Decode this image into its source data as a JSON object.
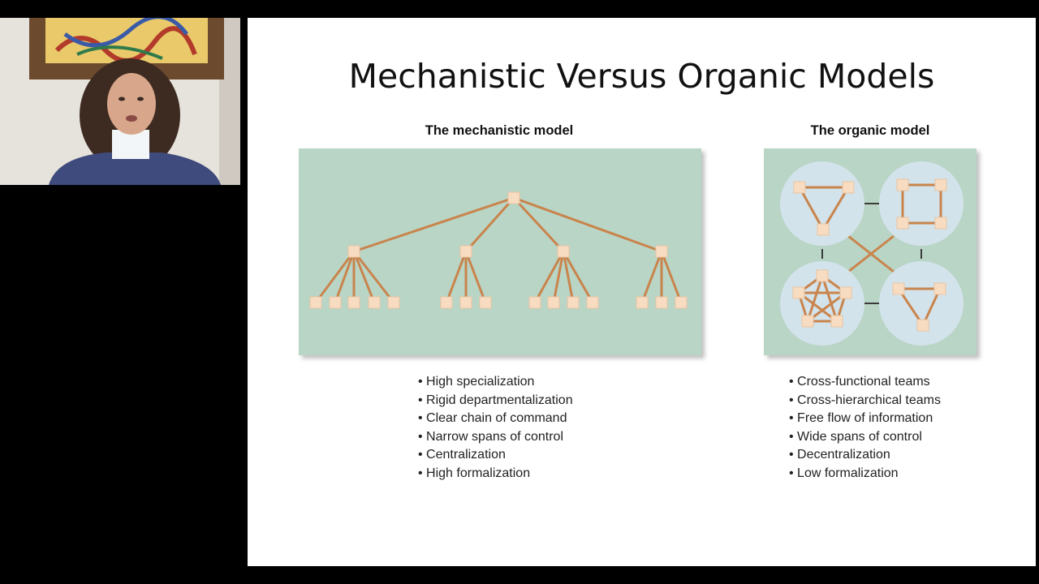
{
  "slide": {
    "title": "Mechanistic Versus Organic Models",
    "mechanistic": {
      "heading": "The mechanistic model",
      "bullets": [
        "High specialization",
        "Rigid departmentalization",
        "Clear chain of command",
        "Narrow spans of control",
        "Centralization",
        "High formalization"
      ]
    },
    "organic": {
      "heading": "The organic model",
      "bullets": [
        "Cross-functional teams",
        "Cross-hierarchical teams",
        "Free flow of information",
        "Wide spans of control",
        "Decentralization",
        "Low formalization"
      ]
    }
  },
  "colors": {
    "panel": "#b9d5c6",
    "node": "#f7dcc2",
    "link": "#c9844c",
    "circle": "#d3e3eb"
  }
}
